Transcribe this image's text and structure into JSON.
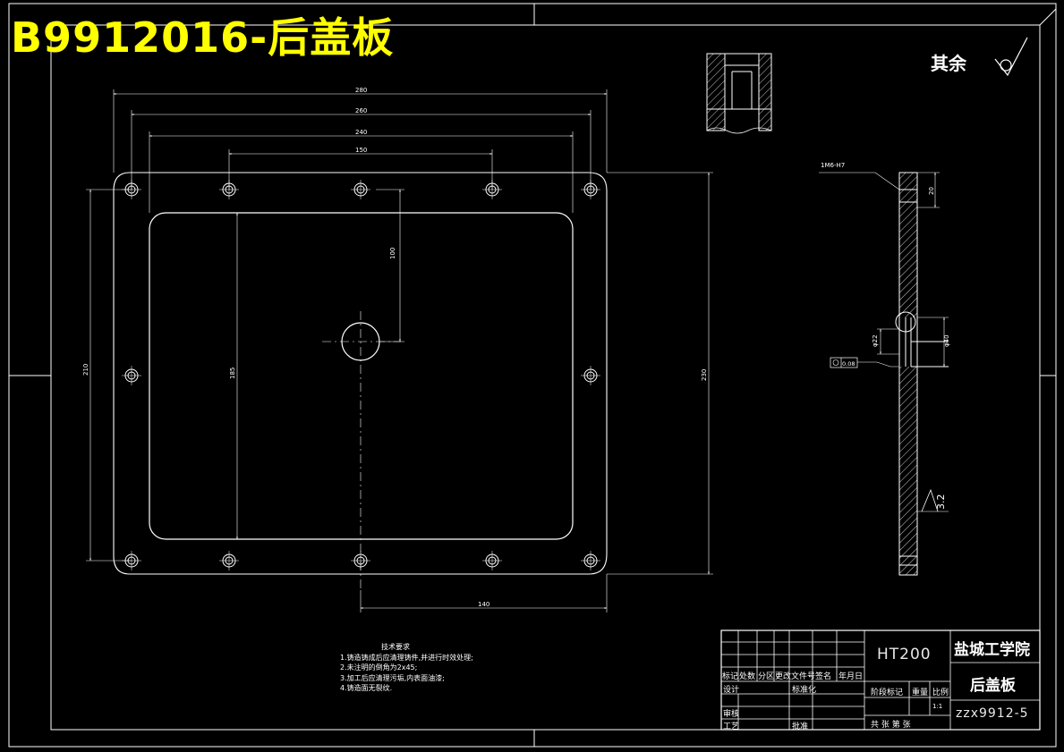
{
  "banner": {
    "title": "B9912016-后盖板",
    "color": "#ffff00"
  },
  "surface_note": {
    "label": "其余",
    "symbol": "surface-roughness-symbol"
  },
  "dimensions": {
    "width_outer": "280",
    "width_260": "260",
    "width_240": "240",
    "width_150": "150",
    "depth_100": "100",
    "height_210": "210",
    "height_185": "185",
    "height_230": "230",
    "bottom_140": "140",
    "thread_callout": "1M6-H7",
    "side_20": "20",
    "dia_22": "φ22",
    "dia_40": "φ40",
    "roughness_side": "3.2",
    "tolerance_frame": "0.08"
  },
  "tech_requirements": {
    "title": "技术要求",
    "items": [
      "1.铸造铸成后应清理铸件,并进行时效处理;",
      "2.未注明的倒角为2x45;",
      "3.加工后应清理污垢,内表面油漆;",
      "4.铸造面无裂纹."
    ]
  },
  "title_block": {
    "material": "HT200",
    "school": "盐城工学院",
    "part_name": "后盖板",
    "drawing_code": "zzx9912-5",
    "labels": {
      "mark": "标记",
      "count": "处数",
      "zone": "分区",
      "change_doc": "更改文件号",
      "sign": "签名",
      "date": "年月日",
      "design": "设计",
      "standardize": "标准化",
      "review": "审核",
      "process": "工艺",
      "approve": "批准",
      "stage_mark": "阶段标记",
      "weight": "重量",
      "scale": "比例",
      "sheets": "共  张  第  张",
      "scale_value": "1:1"
    }
  }
}
